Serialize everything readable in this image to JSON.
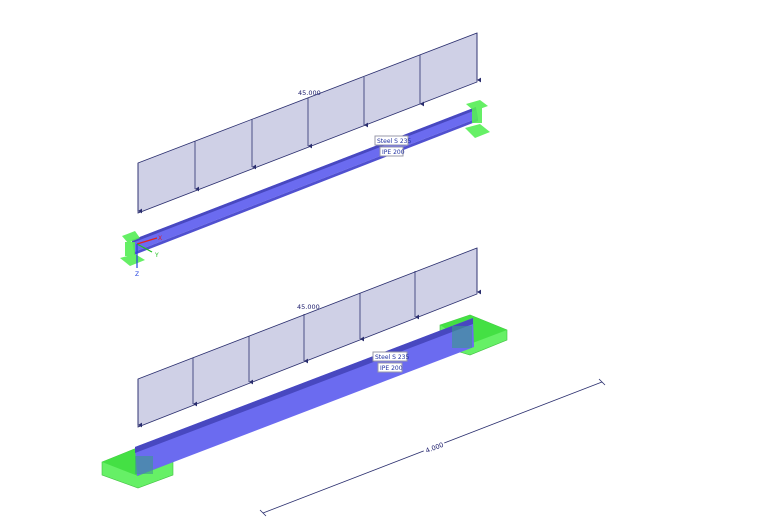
{
  "models": [
    {
      "load_value": "45.000",
      "material_label": "Steel S 235",
      "section_label": "IPE 200",
      "axes": {
        "x": "X",
        "y": "Y",
        "z": "Z"
      }
    },
    {
      "load_value": "45.000",
      "material_label": "Steel S 235",
      "section_label": "IPE 200",
      "dimension": "4.000"
    }
  ],
  "colors": {
    "load": "#cfd0e6",
    "load_line": "#2a2e6e",
    "beam": "#6b6bf0",
    "beam_top": "#4848c0",
    "support": "#55ee55",
    "axis_x": "#e02020",
    "axis_y": "#20c020",
    "axis_z": "#2040e0"
  }
}
